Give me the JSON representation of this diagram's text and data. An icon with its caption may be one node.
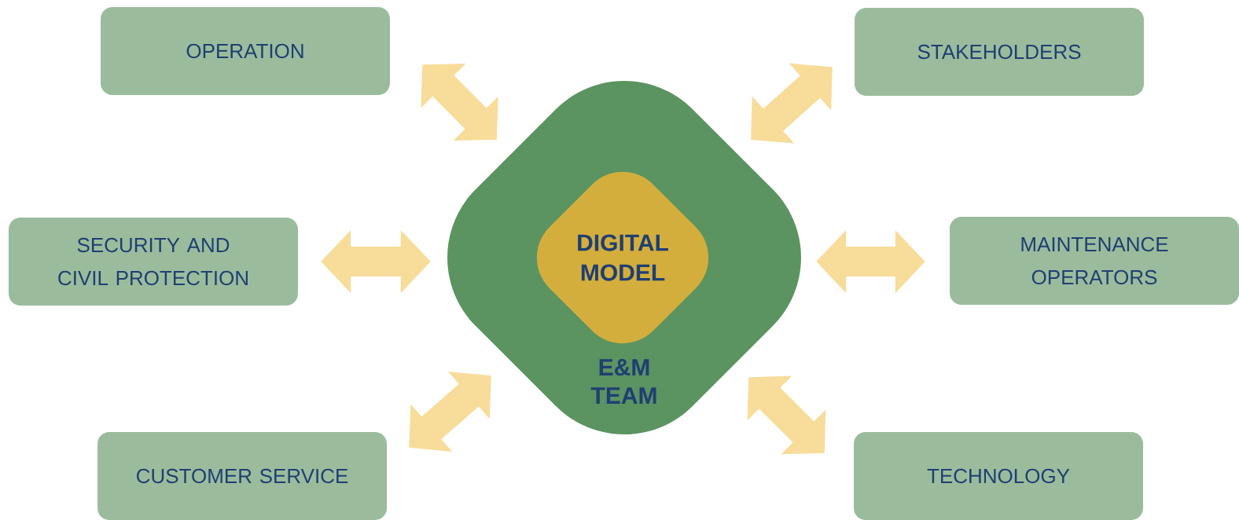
{
  "diagram": {
    "nodes": [
      {
        "text": [
          "E&M TEAM"
        ]
      },
      {
        "text": [
          "DIGITAL MODEL"
        ],
        "in": 0
      },
      {
        "text": [
          "OPERATION"
        ]
      },
      {
        "text": [
          "STAKEHOLDERS"
        ]
      },
      {
        "text": [
          "SECURITY AND CIVIL PROTECTION"
        ]
      },
      {
        "text": [
          "MAINTENANCE OPERATORS"
        ]
      },
      {
        "text": [
          "CUSTOMER SERVICE"
        ]
      },
      {
        "text": [
          "TECHNOLOGY"
        ]
      }
    ],
    "edges": [
      {
        "from": 2,
        "to": 0,
        "arrow": "both"
      },
      {
        "from": 3,
        "to": 0,
        "arrow": "both"
      },
      {
        "from": 4,
        "to": 0,
        "arrow": "both"
      },
      {
        "from": 5,
        "to": 0,
        "arrow": "both"
      },
      {
        "from": 6,
        "to": 0,
        "arrow": "both"
      },
      {
        "from": 7,
        "to": 0,
        "arrow": "both"
      }
    ]
  }
}
